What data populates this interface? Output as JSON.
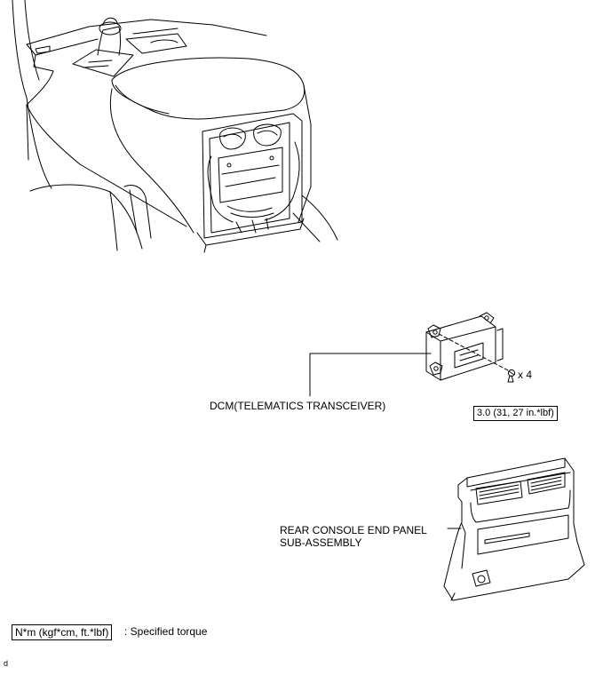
{
  "labels": {
    "dcm": "DCM(TELEMATICS TRANSCEIVER)",
    "panel_line1": "REAR CONSOLE END PANEL",
    "panel_line2": "SUB-ASSEMBLY",
    "screw_count": "x 4",
    "torque_value": "3.0 (31, 27 in.*lbf)"
  },
  "legend": {
    "unit_box": "N*m (kgf*cm, ft.*lbf)",
    "description": ": Specified torque"
  },
  "figure_id": "d"
}
